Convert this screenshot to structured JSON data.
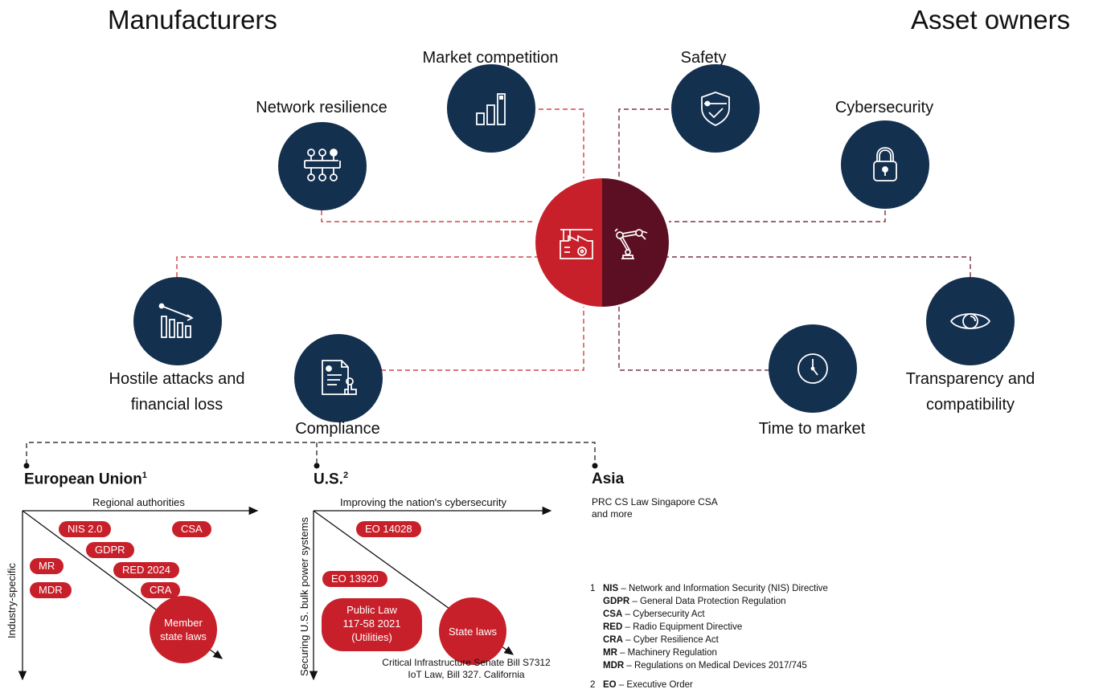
{
  "headings": {
    "left": "Manufacturers",
    "right": "Asset owners"
  },
  "nodes": {
    "market_competition": "Market competition",
    "network_resilience": "Network resilience",
    "safety": "Safety",
    "cybersecurity": "Cybersecurity",
    "hostile_attacks_line1": "Hostile attacks and",
    "hostile_attacks_line2": "financial loss",
    "compliance": "Compliance",
    "time_to_market": "Time to market",
    "transparency_line1": "Transparency and",
    "transparency_line2": "compatibility"
  },
  "colors": {
    "navy": "#14304f",
    "red": "#c8202a",
    "maroon": "#5c0f22"
  },
  "icons": {
    "market_competition": "bar-chart-icon",
    "network_resilience": "network-nodes-icon",
    "safety": "shield-check-icon",
    "cybersecurity": "padlock-icon",
    "hostile_attacks": "declining-chart-icon",
    "compliance": "document-stamp-icon",
    "time_to_market": "clock-icon",
    "transparency": "eye-icon",
    "manufacturer": "factory-icon",
    "asset_owner": "robot-arm-icon"
  },
  "eu": {
    "title": "European Union",
    "sup": "1",
    "axis_top": "Regional authorities",
    "axis_side": "Industry-specific",
    "pills": [
      "NIS 2.0",
      "CSA",
      "GDPR",
      "MR",
      "RED 2024",
      "MDR",
      "CRA"
    ],
    "member_line1": "Member",
    "member_line2": "state laws"
  },
  "us": {
    "title": "U.S.",
    "sup": "2",
    "axis_top": "Improving the nation's cybersecurity",
    "axis_side": "Securing U.S. bulk power systems",
    "pills": [
      "EO 14028",
      "EO 13920"
    ],
    "public_law": [
      "Public Law",
      "117-58 2021",
      "(Utilities)"
    ],
    "state_laws": "State laws",
    "bottom_line1": "Critical Infrastructure Senate Bill S7312",
    "bottom_line2": "IoT Law, Bill 327. California"
  },
  "asia": {
    "title": "Asia",
    "line1": "PRC CS Law Singapore CSA",
    "line2": "and more"
  },
  "footnotes": {
    "n1": "1",
    "n2": "2",
    "items": [
      {
        "abbr": "NIS",
        "text": " – Network and Information Security (NIS) Directive"
      },
      {
        "abbr": "GDPR",
        "text": " – General Data Protection Regulation"
      },
      {
        "abbr": "CSA",
        "text": " – Cybersecurity Act"
      },
      {
        "abbr": "RED",
        "text": " – Radio Equipment Directive"
      },
      {
        "abbr": "CRA",
        "text": " – Cyber Resilience Act"
      },
      {
        "abbr": "MR",
        "text": " – Machinery Regulation"
      },
      {
        "abbr": "MDR",
        "text": " – Regulations on Medical Devices 2017/745"
      }
    ],
    "eo": {
      "abbr": "EO",
      "text": " – Executive Order"
    }
  }
}
